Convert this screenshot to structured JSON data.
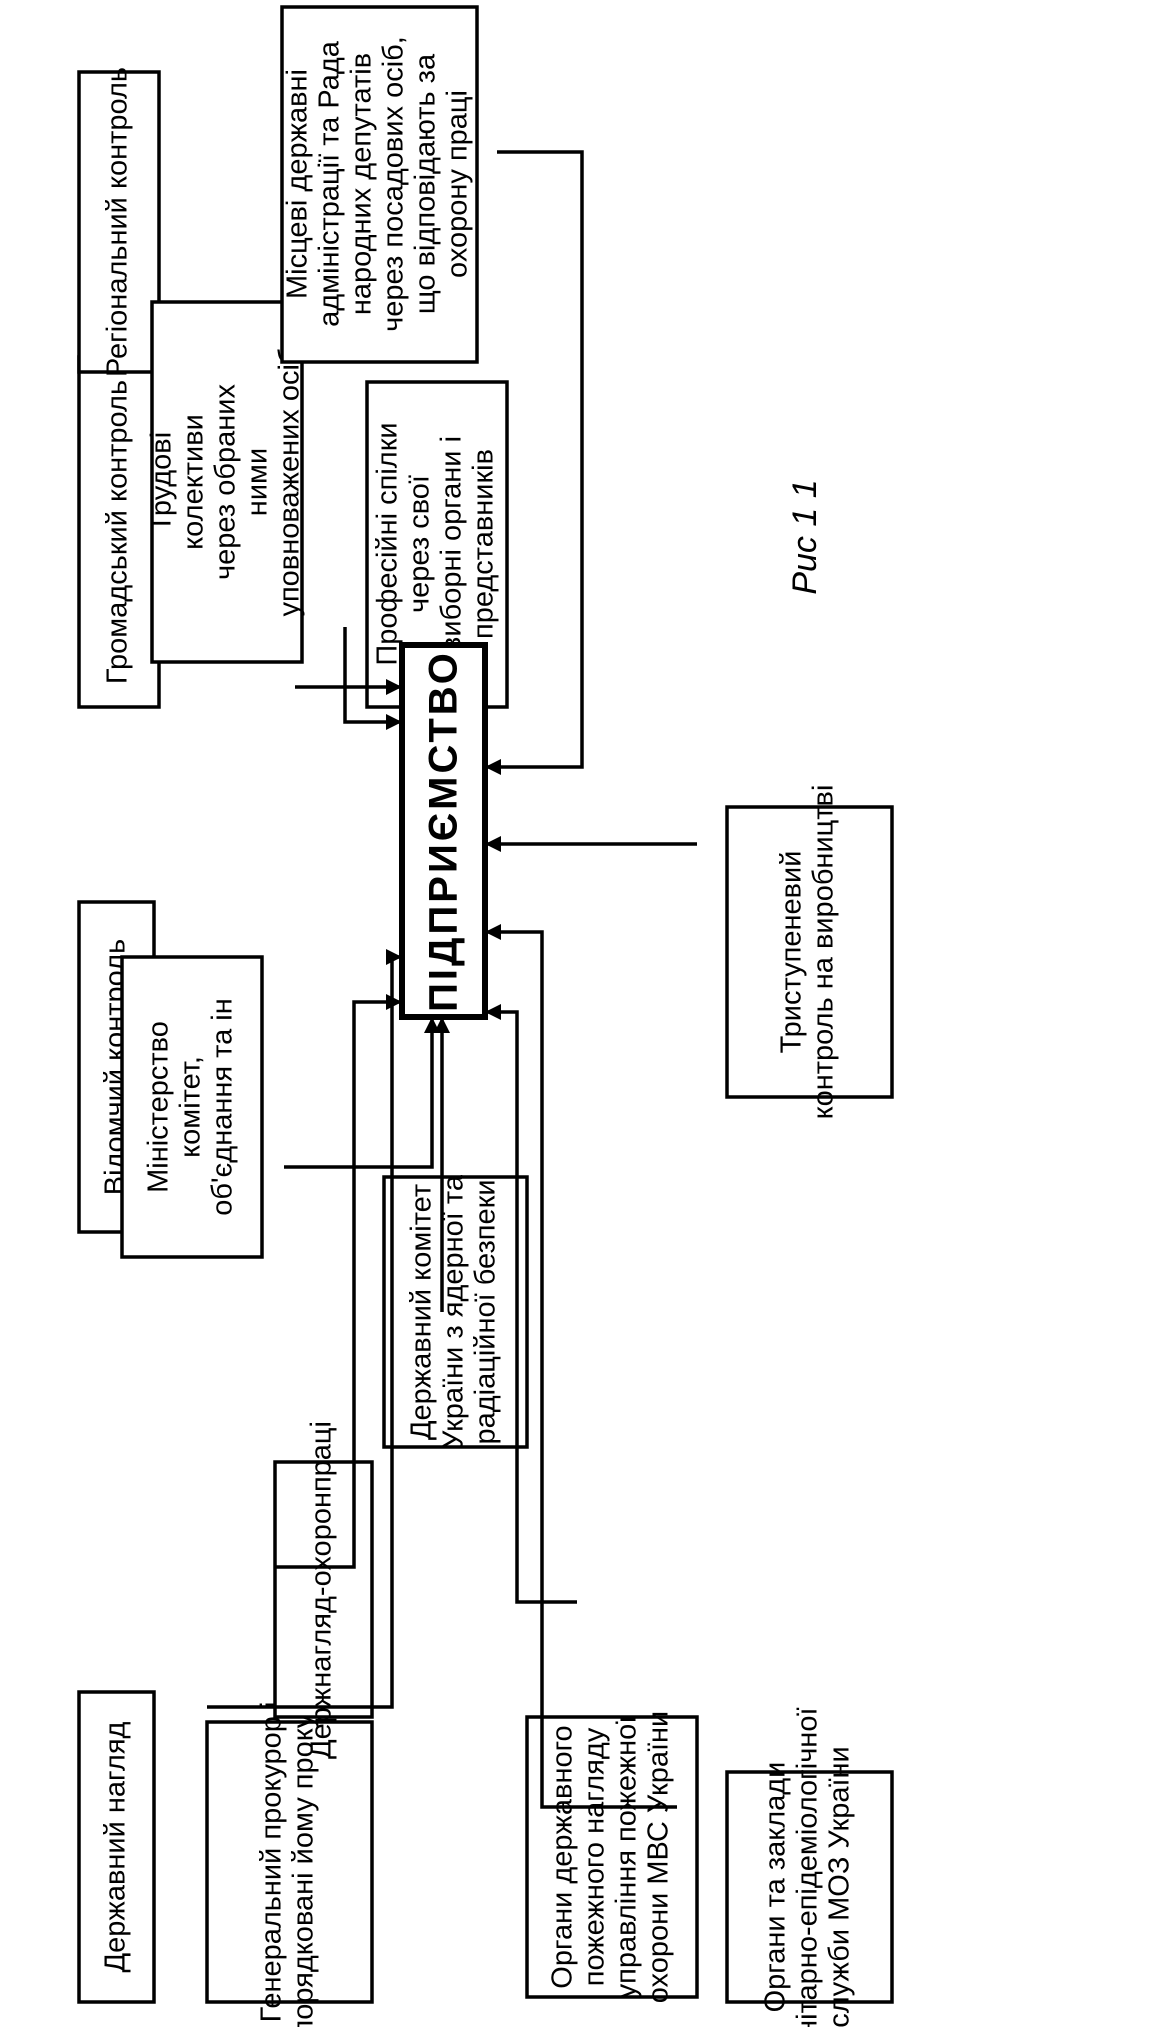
{
  "diagram": {
    "center": "ПІДПРИЄМСТВО",
    "figure_caption": "Рис 1 1",
    "categories": [
      {
        "id": "state",
        "label": "Державний нагляд"
      },
      {
        "id": "departmental",
        "label": "Відомчий контроль"
      },
      {
        "id": "public",
        "label": "Громадський контроль"
      },
      {
        "id": "regional",
        "label": "Регіональний контроль"
      }
    ],
    "bodies": [
      {
        "id": "prosecutor",
        "label": "Генеральний прокурор і підпорядковані йому прокурори"
      },
      {
        "id": "derzhnaglyad",
        "label": "Держнагляд-охоронпраці"
      },
      {
        "id": "nuclear",
        "label": "Державний комітет України з ядерної та радіаційної безпеки"
      },
      {
        "id": "fire",
        "label": "Органи державного пожежного нагляду управління пожежної охорони МВС України"
      },
      {
        "id": "sanitary",
        "label": "Органи та заклади санітарно-епідеміологічної служби МОЗ України"
      },
      {
        "id": "ministry",
        "label": "Міністерство комітет, об'єднання та ін"
      },
      {
        "id": "three_stage",
        "label": "Триступеневий контроль на виробництві"
      },
      {
        "id": "labor_collectives",
        "label": "Трудові колективи через обраних ними уповноважених осіб"
      },
      {
        "id": "unions",
        "label": "Професійні спілки через свої виборні органи і представників"
      },
      {
        "id": "local_admin",
        "label": "Місцеві державні адміністрації та Рада народних депутатів через посадових осіб, що відповідають за охорону праці"
      }
    ]
  }
}
